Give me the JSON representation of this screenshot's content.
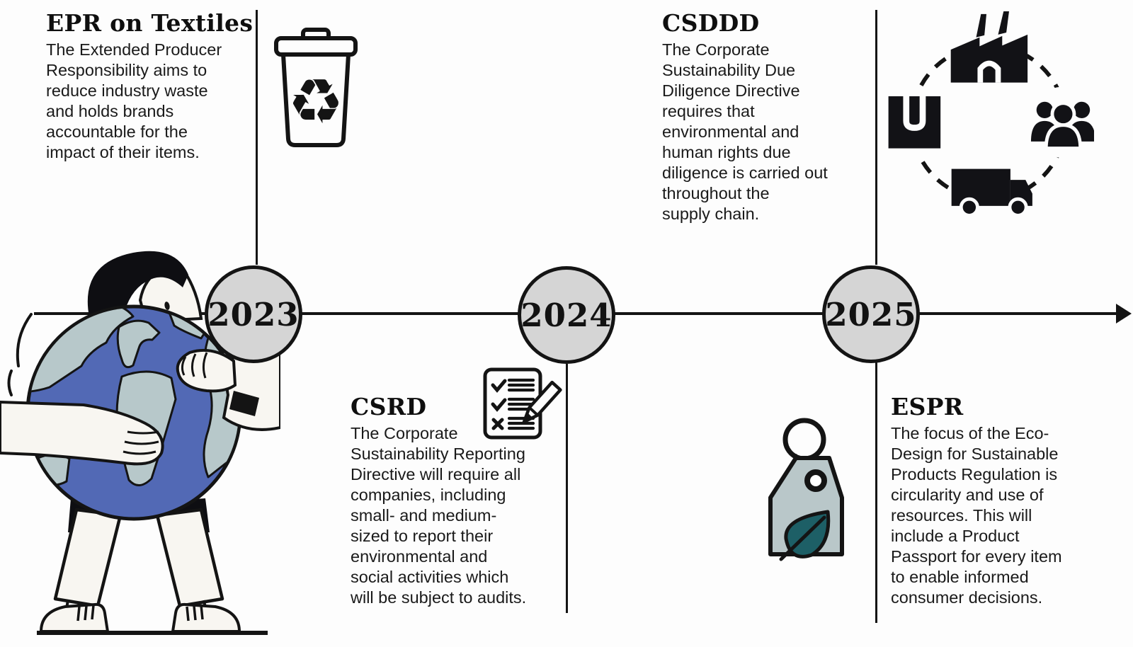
{
  "timeline": {
    "years": [
      {
        "label": "2023"
      },
      {
        "label": "2024"
      },
      {
        "label": "2025"
      }
    ],
    "direction": "left-to-right arrow"
  },
  "events": [
    {
      "title": "EPR on Textiles",
      "body": "The Extended Producer\nResponsibility aims to\nreduce industry waste\nand holds brands\naccountable for the\nimpact of their items.",
      "icon": "recycle-bin",
      "year": "2023",
      "position": "top-left"
    },
    {
      "title": "CSDDD",
      "body": "The Corporate\nSustainability Due\nDiligence Directive\nrequires that\nenvironmental and\nhuman rights due\ndiligence is carried out\nthroughout the\nsupply chain.",
      "icon": "circular-economy",
      "year": "2025",
      "position": "top-right"
    },
    {
      "title": "CSRD",
      "body": "The Corporate\nSustainability Reporting\nDirective will require all\ncompanies, including\nsmall- and medium-\nsized to report their\nenvironmental and\nsocial activities which\nwill be subject to audits.",
      "icon": "checklist-pencil",
      "year": "2024",
      "position": "bottom-middle"
    },
    {
      "title": "ESPR",
      "body": "The focus of the Eco-\nDesign for Sustainable\nProducts Regulation is\ncircularity and use of\nresources. This will\ninclude a Product\nPassport for every item\nto enable informed\nconsumer decisions.",
      "icon": "eco-tag",
      "year": "2025",
      "position": "bottom-right"
    }
  ],
  "icons": {
    "recycle_glyph": "♻"
  },
  "illustration": {
    "name": "person-hugging-earth"
  },
  "colors": {
    "background": "#fdfdfd",
    "ink": "#141414",
    "year_circle_fill": "#d5d5d5",
    "globe_ocean": "#5269b5",
    "globe_land": "#b7c8ca",
    "skin_white": "#f8f6f1",
    "tag_fill": "#b9c7c9",
    "leaf_fill": "#1d5f66"
  }
}
